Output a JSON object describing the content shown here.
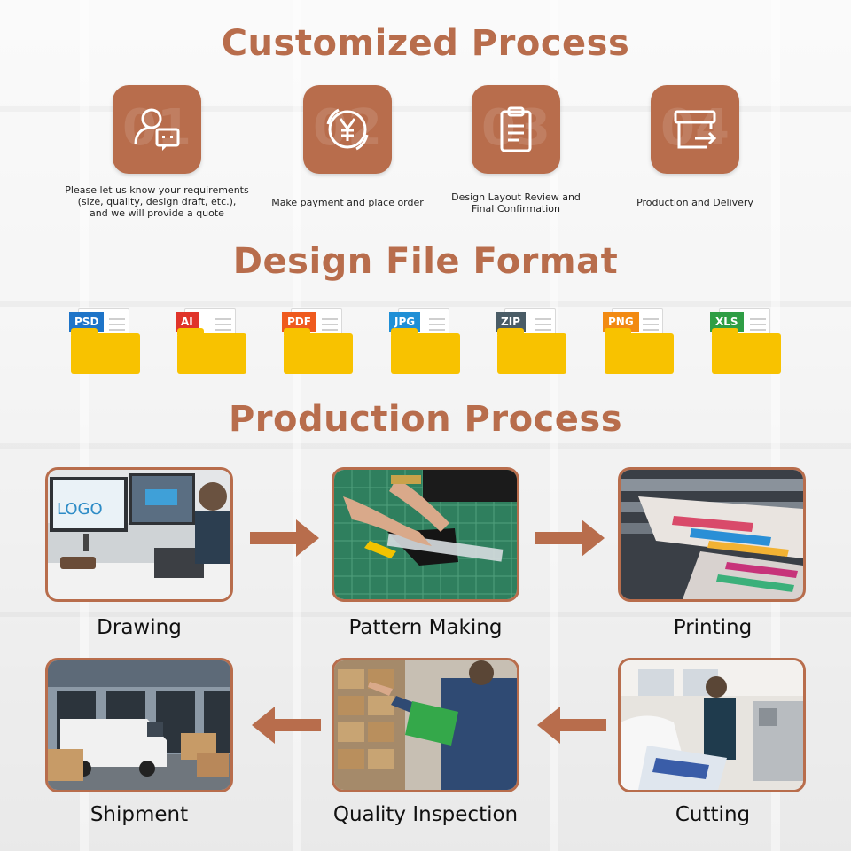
{
  "customized": {
    "title": "Customized Process",
    "steps": [
      {
        "num": "01",
        "icon": "user-chat-icon",
        "caption": "Please let us know your requirements\n(size, quality, design draft, etc.),\nand we will provide a quote"
      },
      {
        "num": "02",
        "icon": "yen-payment-icon",
        "caption": "Make payment and place order"
      },
      {
        "num": "03",
        "icon": "clipboard-list-icon",
        "caption": "Design Layout Review and\nFinal Confirmation"
      },
      {
        "num": "04",
        "icon": "box-delivery-icon",
        "caption": "Production and Delivery"
      }
    ]
  },
  "formats": {
    "title": "Design File Format",
    "items": [
      {
        "label": "PSD",
        "color": "#1e74c8"
      },
      {
        "label": "AI",
        "color": "#e0342a"
      },
      {
        "label": "PDF",
        "color": "#ef5a1e"
      },
      {
        "label": "JPG",
        "color": "#1f8fd6"
      },
      {
        "label": "ZIP",
        "color": "#4a5c66"
      },
      {
        "label": "PNG",
        "color": "#f28a12"
      },
      {
        "label": "XLS",
        "color": "#2f9e45"
      }
    ]
  },
  "production": {
    "title": "Production Process",
    "steps": [
      {
        "label": "Drawing",
        "photo": "designer-drawing-photo"
      },
      {
        "label": "Pattern Making",
        "photo": "pattern-cutting-photo"
      },
      {
        "label": "Printing",
        "photo": "printing-press-photo"
      },
      {
        "label": "Cutting",
        "photo": "cutting-machine-photo"
      },
      {
        "label": "Quality Inspection",
        "photo": "warehouse-inspection-photo"
      },
      {
        "label": "Shipment",
        "photo": "van-loading-photo"
      }
    ],
    "photo_text": {
      "logo": "LOGO"
    }
  },
  "colors": {
    "accent": "#b86d4c",
    "folder": "#f8c200"
  }
}
